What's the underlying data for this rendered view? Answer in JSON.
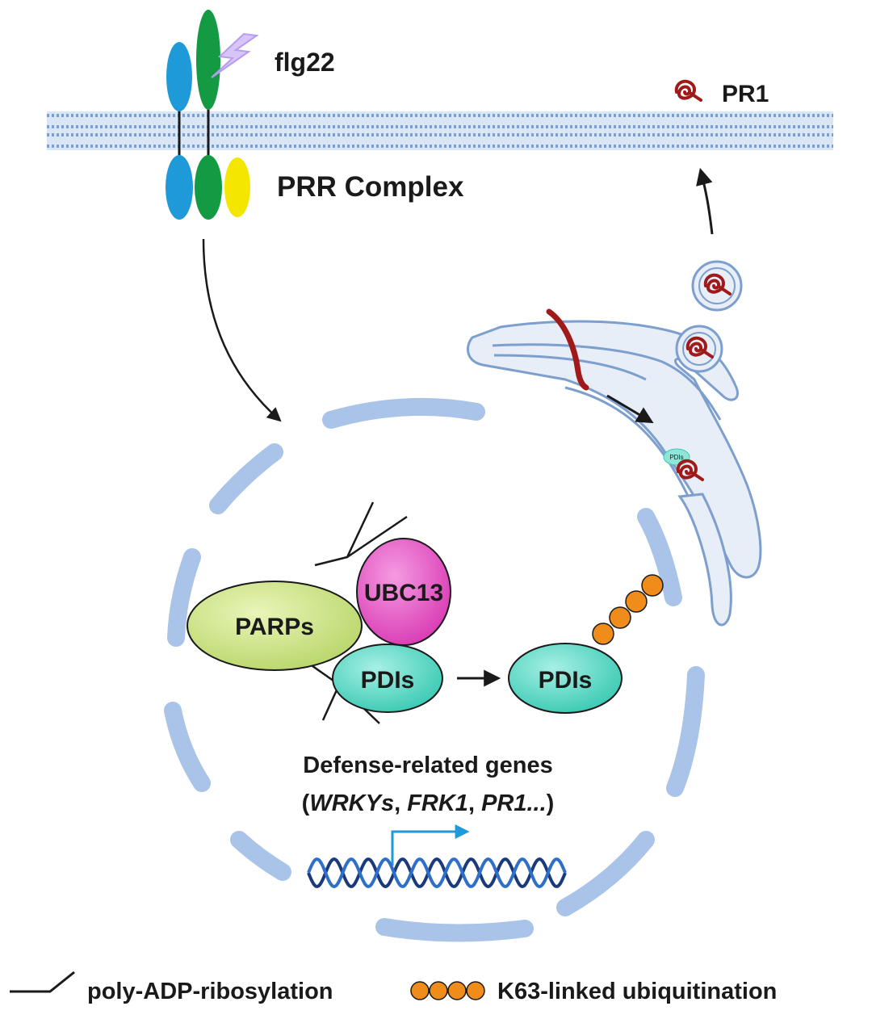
{
  "labels": {
    "ligand": "flg22",
    "receptor": "PRR Complex",
    "secreted_protein": "PR1",
    "parps": "PARPs",
    "ubc13": "UBC13",
    "pdis_left": "PDIs",
    "pdis_right": "PDIs",
    "pdis_small": "PDIs",
    "genes_title": "Defense-related genes",
    "genes_open": "(",
    "gene_1": "WRKYs",
    "gene_sep_1": ", ",
    "gene_2": "FRK1",
    "gene_sep_2": ", ",
    "gene_3": "PR1...",
    "genes_close": ")"
  },
  "legend": {
    "parylation": "poly-ADP-ribosylation",
    "ubiquitination": "K63-linked ubiquitination"
  },
  "colors": {
    "membrane": "#c9d9ee",
    "membrane_dot": "#7d9fcd",
    "envelope": "#a9c4e8",
    "envelope_stroke": "#7d9fcd",
    "receptor_blue": "#1f9ad9",
    "receptor_green": "#139a43",
    "receptor_yellow": "#f4e600",
    "lightning": "#b79cf0",
    "parps": "#cfe58a",
    "ubc13": "#e653c6",
    "pdis": "#5fdcc8",
    "ubiquitin": "#f08c1a",
    "pr1": "#a01a1a"
  }
}
